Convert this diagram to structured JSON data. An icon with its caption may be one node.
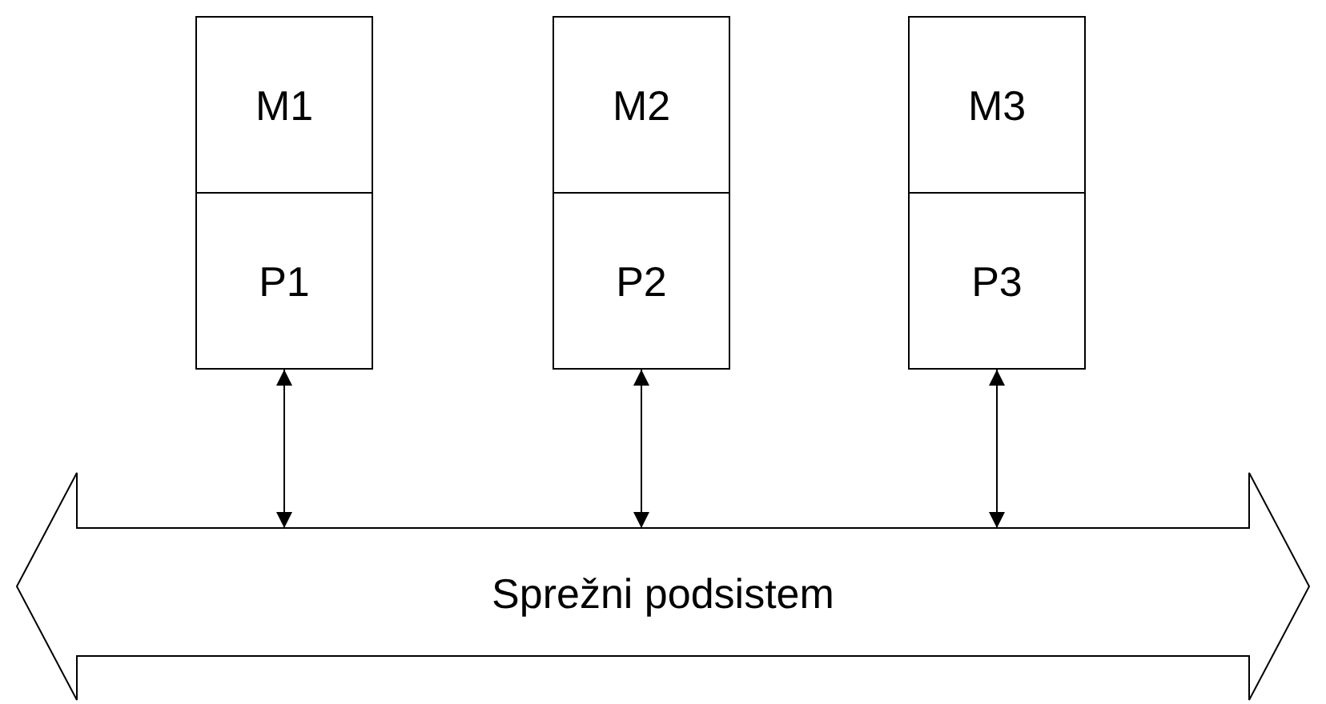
{
  "diagram": {
    "nodes": [
      {
        "text": [
          "M1"
        ]
      },
      {
        "text": [
          "P1"
        ]
      },
      {
        "text": [
          "M2"
        ]
      },
      {
        "text": [
          "P2"
        ]
      },
      {
        "text": [
          "M3"
        ]
      },
      {
        "text": [
          "P3"
        ]
      },
      {
        "text": [
          "Sprežni podsistem"
        ]
      }
    ],
    "edges": [
      {
        "from": 1,
        "to": 6,
        "arrow": "both"
      },
      {
        "from": 3,
        "to": 6,
        "arrow": "both"
      },
      {
        "from": 5,
        "to": 6,
        "arrow": "both"
      }
    ]
  }
}
